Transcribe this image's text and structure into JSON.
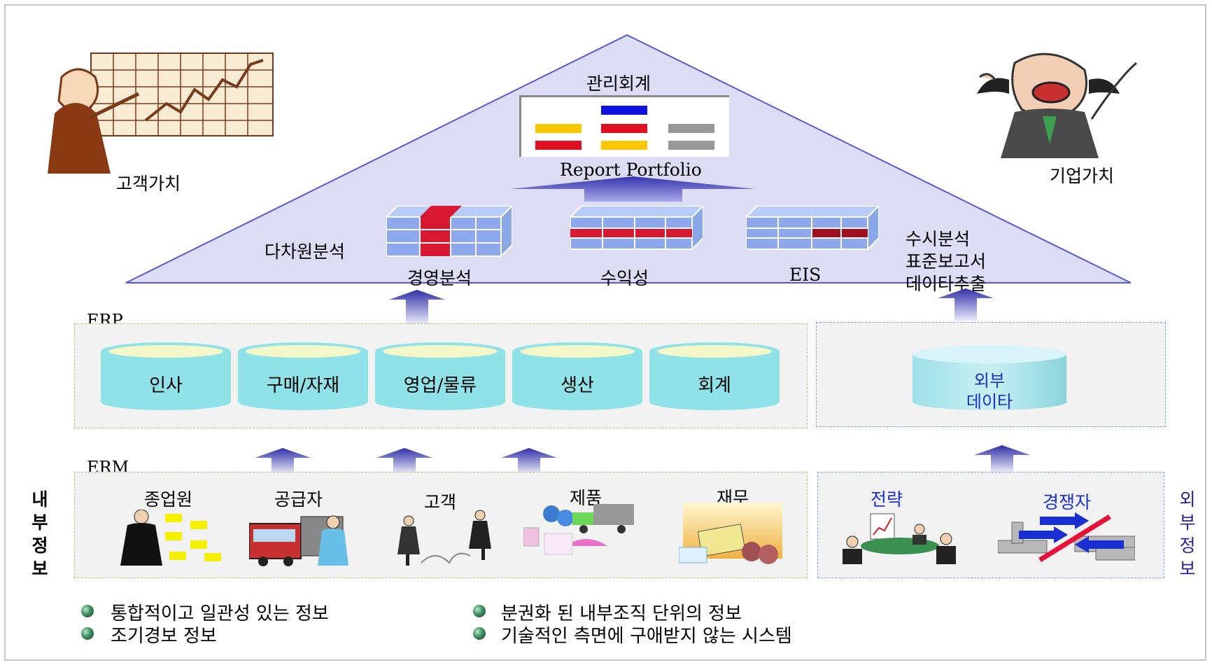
{
  "top": {
    "mgmt_accounting": "관리회계",
    "report_portfolio": "Report Portfolio",
    "customer_value": "고객가치",
    "enterprise_value": "기업가치",
    "multidim_analysis": "다차원분석",
    "cubes": [
      "경영분석",
      "수익성",
      "EIS"
    ],
    "adhoc_lines": [
      "수시분석",
      "표준보고서",
      "데이타추출"
    ]
  },
  "erp": {
    "label": "ERP",
    "databases": [
      "인사",
      "구매/자재",
      "영업/물류",
      "생산",
      "회계"
    ],
    "external_data": [
      "외부",
      "데이타"
    ]
  },
  "erm": {
    "label": "ERM",
    "internal_items": [
      "종업원",
      "공급자",
      "고객",
      "제품",
      "재무"
    ],
    "external_items": [
      "전략",
      "경쟁자"
    ]
  },
  "side_labels": {
    "internal": "내부정보",
    "external": "외부정보"
  },
  "bullets": {
    "left": [
      "통합적이고 일관성 있는 정보",
      "조기경보 정보"
    ],
    "right": [
      "분권화 된 내부조직 단위의 정보",
      "기술적인 측면에 구애받지 않는 시스템"
    ]
  },
  "colors": {
    "triangle_fill": "#dcdcf4",
    "triangle_stroke": "#5a5ad0",
    "cylinder": "#8fe3e8",
    "cylinder_top": "#f4f8c8",
    "arrow": "#3434a8",
    "external_text": "#1a2fd2"
  }
}
